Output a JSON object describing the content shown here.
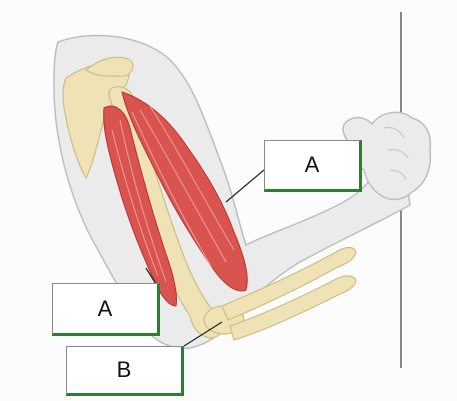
{
  "labels": {
    "biceps": "A",
    "triceps": "A",
    "bone": "B"
  },
  "colors": {
    "skin": "#ebebeb",
    "skin_outline": "#bdbdbd",
    "muscle": "#d9534f",
    "muscle_dark": "#b8322f",
    "bone": "#efe2b4",
    "bone_outline": "#cdbd86",
    "box_accent": "#2e7d32",
    "wall_line": "#555555"
  }
}
